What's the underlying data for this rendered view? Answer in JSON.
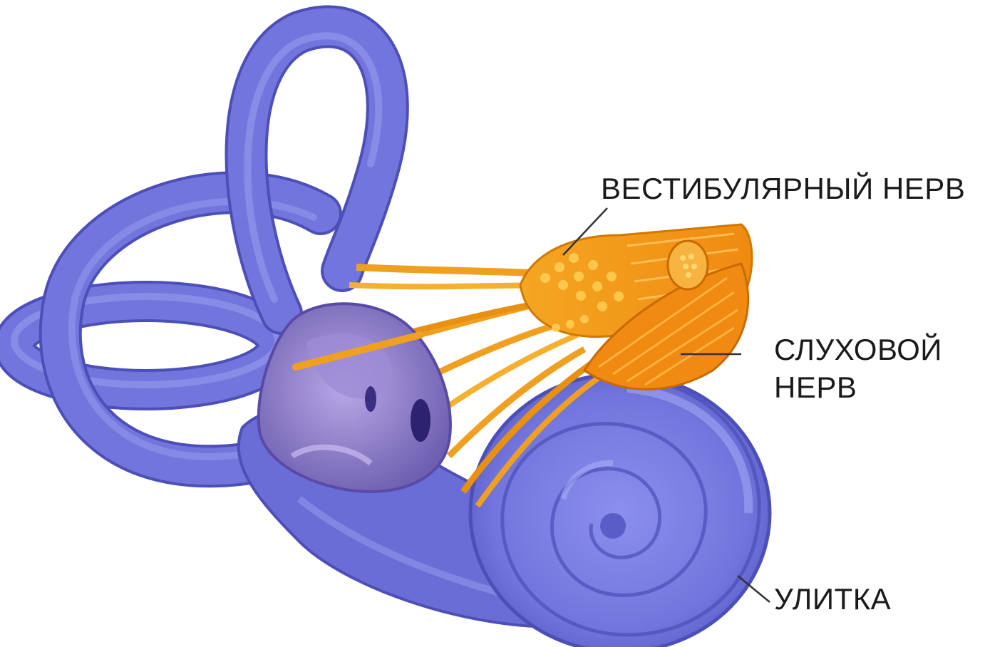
{
  "labels": {
    "vestibular_nerve": "ВЕСТИБУЛЯРНЫЙ НЕРВ",
    "auditory_nerve_line1": "СЛУХОВОЙ",
    "auditory_nerve_line2": "НЕРВ",
    "cochlea": "УЛИТКА"
  },
  "colors": {
    "labyrinth": "#7275dc",
    "labyrinth_dark": "#4c4fb8",
    "labyrinth_light": "#9b9ef0",
    "vestibule_interior": "#8a7bc4",
    "nerve": "#f0a020",
    "nerve_dark": "#d07800",
    "nerve_light": "#ffc84a",
    "text": "#1a1a1a"
  }
}
